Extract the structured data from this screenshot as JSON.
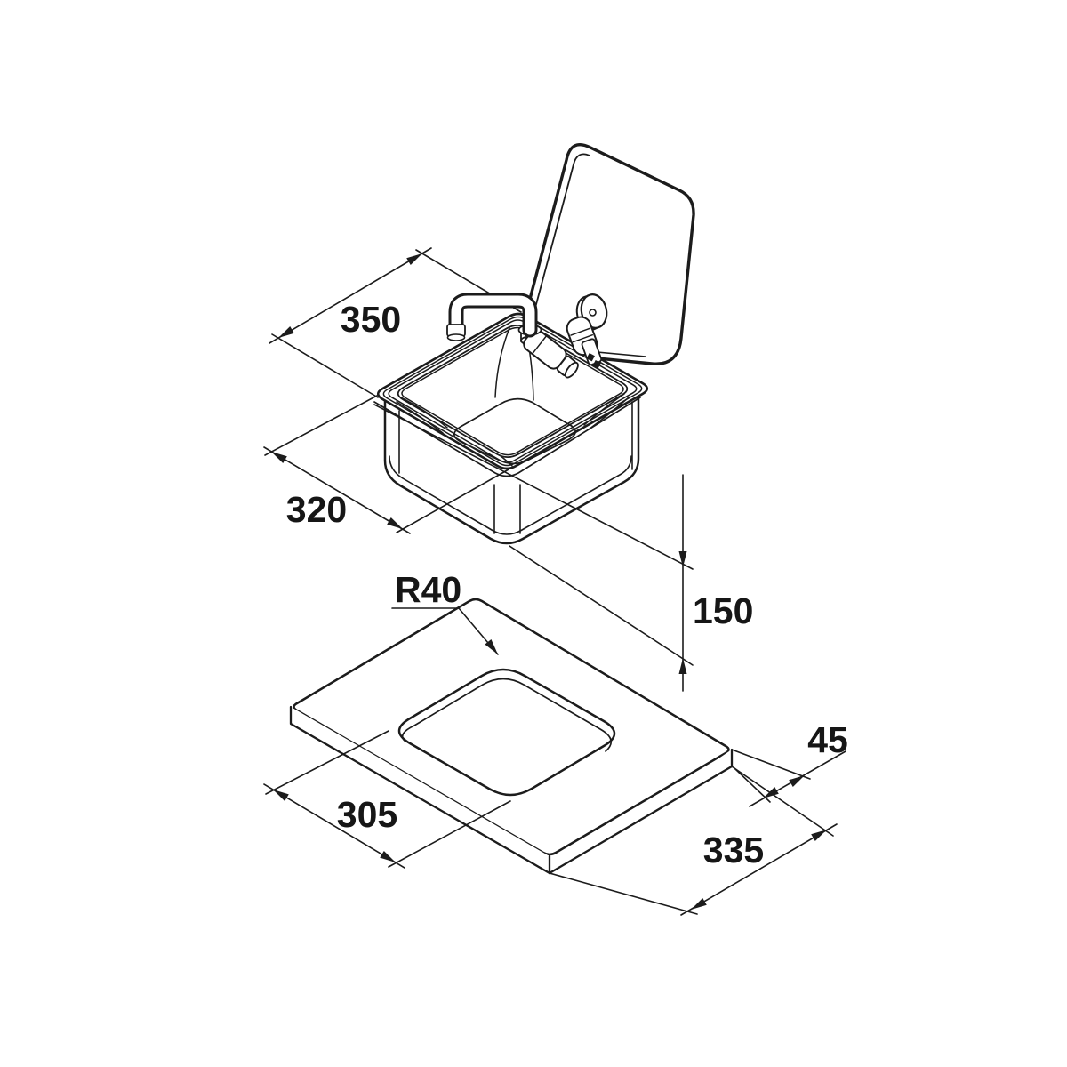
{
  "drawing": {
    "background": "#ffffff",
    "line_color": "#1c1c1c",
    "dimensions": {
      "sink_depth": "350",
      "sink_width": "320",
      "bowl_depth": "150",
      "cutout_radius": "R40",
      "counter_thickness": "45",
      "cutout_width": "305",
      "cutout_length": "335"
    }
  }
}
